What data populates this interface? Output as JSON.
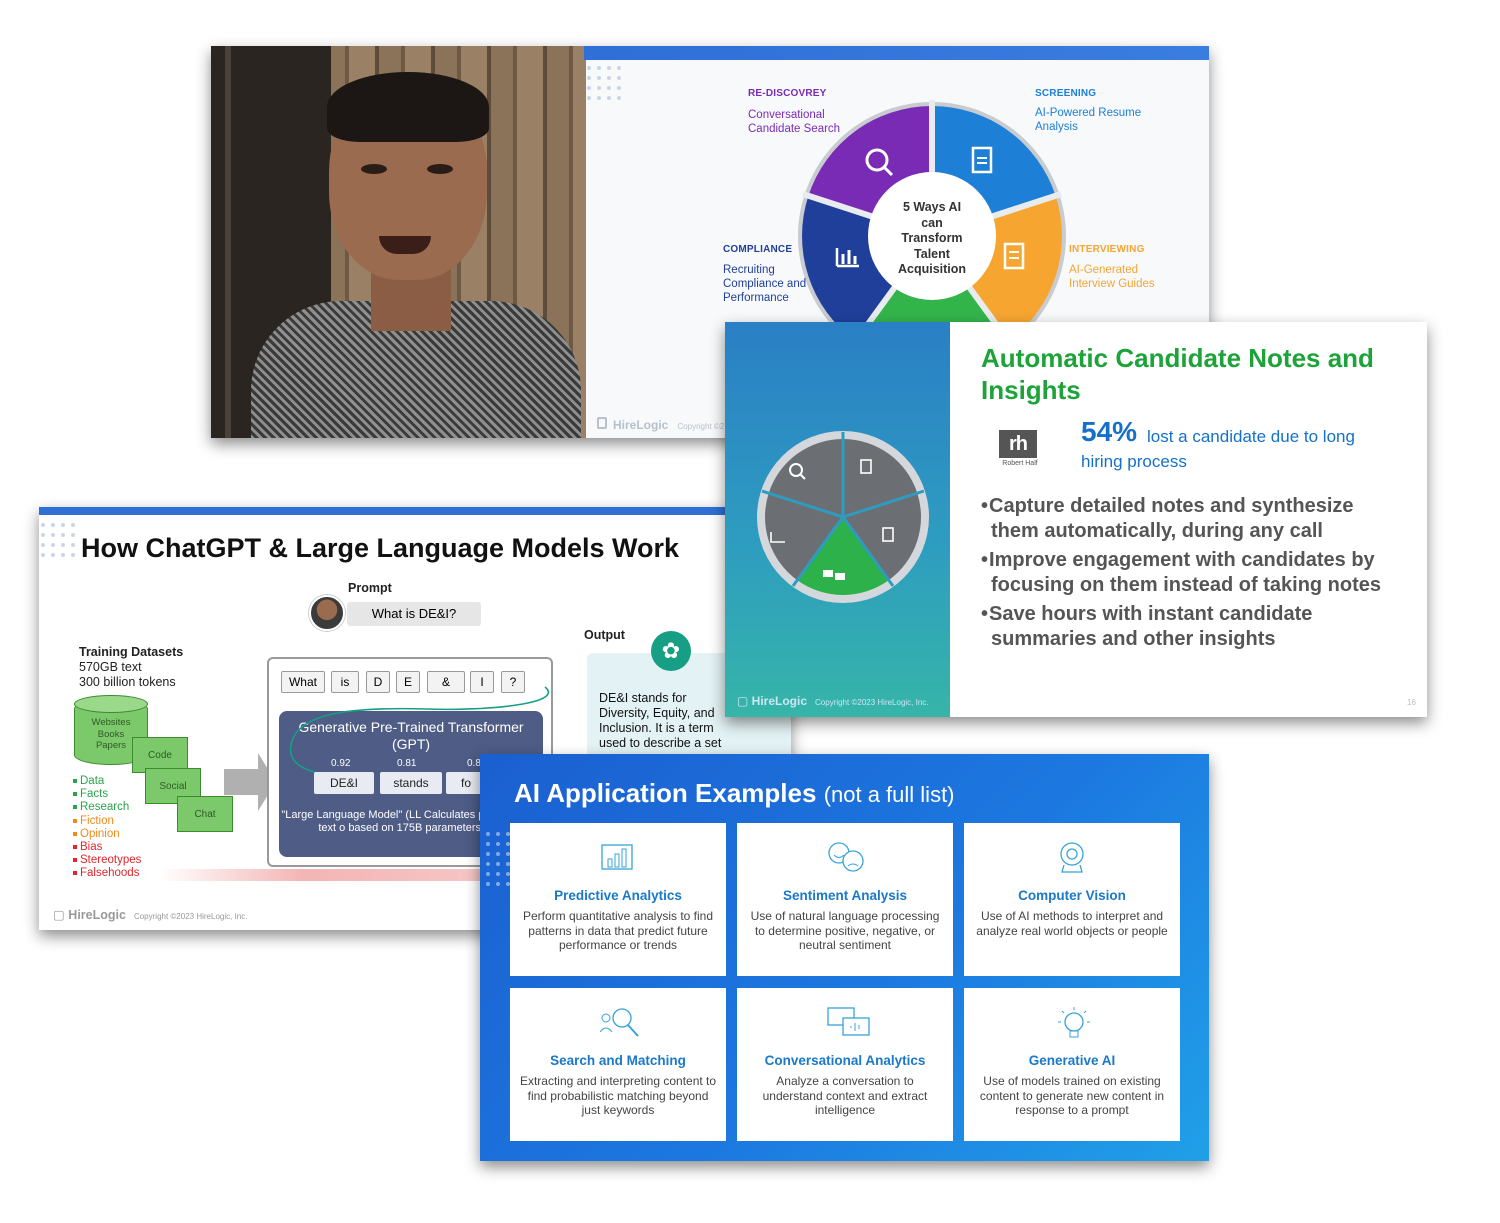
{
  "five_ways": {
    "center": "5 Ways AI can Transform Talent Acquisition",
    "rediscovery": {
      "head": "RE-DISCOVREY",
      "sub": "Conversational Candidate Search"
    },
    "screening": {
      "head": "SCREENING",
      "sub": "AI-Powered Resume Analysis"
    },
    "compliance": {
      "head": "COMPLIANCE",
      "sub": "Recruiting Compliance and Performance"
    },
    "interviewing": {
      "head": "INTERVIEWING",
      "sub": "AI-Generated Interview Guides"
    },
    "brand": "HireLogic",
    "copyright": "Copyright ©2"
  },
  "notes_slide": {
    "title": "Automatic Candidate Notes and Insights",
    "stat_number": "54%",
    "stat_text": "lost a candidate due to long hiring process",
    "source_logo": "rh",
    "source_name": "Robert Half",
    "bullets": [
      "Capture detailed notes and synthesize them automatically, during any call",
      "Improve engagement with candidates by focusing on them instead of taking notes",
      "Save hours with instant candidate summaries and other insights"
    ],
    "brand": "HireLogic",
    "copyright": "Copyright ©2023 HireLogic, Inc.",
    "page": "16"
  },
  "chatgpt_slide": {
    "title": "How ChatGPT & Large Language Models Work",
    "prompt_label": "Prompt",
    "prompt_text": "What is DE&I?",
    "datasets_title": "Training Datasets",
    "datasets_line1": "570GB text",
    "datasets_line2": "300 billion tokens",
    "db_label": "Websites Books Papers",
    "boxes": [
      "Code",
      "Social",
      "Chat"
    ],
    "legend": [
      {
        "text": "Data",
        "color": "#2aa34a"
      },
      {
        "text": "Facts",
        "color": "#2aa34a"
      },
      {
        "text": "Research",
        "color": "#2aa34a"
      },
      {
        "text": "Fiction",
        "color": "#f08a1c"
      },
      {
        "text": "Opinion",
        "color": "#f08a1c"
      },
      {
        "text": "Bias",
        "color": "#e0262a"
      },
      {
        "text": "Stereotypes",
        "color": "#e0262a"
      },
      {
        "text": "Falsehoods",
        "color": "#e0262a"
      }
    ],
    "tokens": [
      "What",
      "is",
      "D",
      "E",
      "&",
      "I",
      "?"
    ],
    "gpt_title": "Generative Pre-Trained Transformer (GPT)",
    "probs": [
      "0.92",
      "0.81",
      "0.8"
    ],
    "out_tokens": [
      "DE&I",
      "stands",
      "fo"
    ],
    "gpt_foot": "\"Large Language Model\" (LL Calculates probability of text o based on 175B parameters (GP",
    "output_label": "Output",
    "output_text": "DE&I stands for Diversity, Equity, and Inclusion. It is a term used to describe a set",
    "brand": "HireLogic",
    "copyright": "Copyright ©2023 HireLogic, Inc."
  },
  "apps_slide": {
    "title": "AI Application Examples",
    "title_note": "(not a full list)",
    "cards": [
      {
        "icon": "bar-chart-icon",
        "title": "Predictive Analytics",
        "desc": "Perform quantitative analysis to find patterns in data that predict future performance or trends"
      },
      {
        "icon": "faces-icon",
        "title": "Sentiment Analysis",
        "desc": "Use of natural language processing to determine positive, negative, or neutral sentiment"
      },
      {
        "icon": "webcam-icon",
        "title": "Computer Vision",
        "desc": "Use of AI methods to interpret and analyze real world objects or people"
      },
      {
        "icon": "people-search-icon",
        "title": "Search and Matching",
        "desc": "Extracting and interpreting content to find probabilistic matching beyond just keywords"
      },
      {
        "icon": "chat-bubbles-icon",
        "title": "Conversational Analytics",
        "desc": "Analyze a conversation to understand context and extract intelligence"
      },
      {
        "icon": "lightbulb-icon",
        "title": "Generative AI",
        "desc": "Use of models trained on existing content to generate new content in response to a prompt"
      }
    ]
  }
}
